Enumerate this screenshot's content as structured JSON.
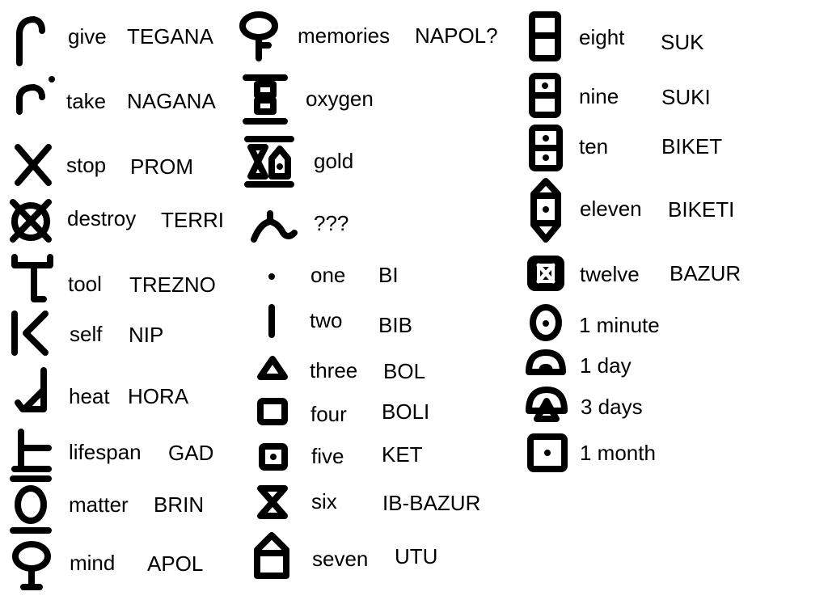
{
  "columns": [
    {
      "entries": [
        {
          "word": "give",
          "translation": "TEGANA",
          "glyph": "hook-glyph"
        },
        {
          "word": "take",
          "translation": "NAGANA",
          "glyph": "hook-dot-glyph"
        },
        {
          "word": "stop",
          "translation": "PROM",
          "glyph": "cross-glyph"
        },
        {
          "word": "destroy",
          "translation": "TERRI",
          "glyph": "crossed-circle-glyph"
        },
        {
          "word": "tool",
          "translation": "TREZNO",
          "glyph": "t-bar-glyph"
        },
        {
          "word": "self",
          "translation": "NIP",
          "glyph": "angle-bracket-glyph"
        },
        {
          "word": "heat",
          "translation": "HORA",
          "glyph": "flag-glyph"
        },
        {
          "word": "lifespan",
          "translation": "GAD",
          "glyph": "t-cross-glyph"
        },
        {
          "word": "matter",
          "translation": "BRIN",
          "glyph": "barred-circle-glyph"
        },
        {
          "word": "mind",
          "translation": "APOL",
          "glyph": "circle-stem-glyph"
        }
      ]
    },
    {
      "entries": [
        {
          "word": "memories",
          "translation": "NAPOL?",
          "glyph": "circle-stem-flag-glyph"
        },
        {
          "word": "oxygen",
          "translation": "",
          "glyph": "stacked-squares-glyph"
        },
        {
          "word": "gold",
          "translation": "",
          "glyph": "hourglass-house-glyph"
        },
        {
          "word": "???",
          "translation": "",
          "glyph": "arch-curl-glyph"
        },
        {
          "word": "one",
          "translation": "BI",
          "glyph": "dot-glyph"
        },
        {
          "word": "two",
          "translation": "BIB",
          "glyph": "line-glyph"
        },
        {
          "word": "three",
          "translation": "BOL",
          "glyph": "triangle-glyph"
        },
        {
          "word": "four",
          "translation": "BOLI",
          "glyph": "square-glyph"
        },
        {
          "word": "five",
          "translation": "KET",
          "glyph": "dotted-square-glyph"
        },
        {
          "word": "six",
          "translation": "IB-BAZUR",
          "glyph": "hourglass-glyph"
        },
        {
          "word": "seven",
          "translation": "UTU",
          "glyph": "house-glyph"
        }
      ]
    },
    {
      "entries": [
        {
          "word": "eight",
          "translation": "SUK",
          "glyph": "split-rectangle-glyph"
        },
        {
          "word": "nine",
          "translation": "SUKI",
          "glyph": "split-rectangle-dot-glyph"
        },
        {
          "word": "ten",
          "translation": "BIKET",
          "glyph": "double-dot-rectangle-glyph"
        },
        {
          "word": "eleven",
          "translation": "BIKETI",
          "glyph": "hexagon-dot-glyph"
        },
        {
          "word": "twelve",
          "translation": "BAZUR",
          "glyph": "filled-crossed-square-glyph"
        },
        {
          "word": "1 minute",
          "translation": "",
          "glyph": "oval-dot-glyph"
        },
        {
          "word": "1 day",
          "translation": "",
          "glyph": "half-dome-glyph"
        },
        {
          "word": "3 days",
          "translation": "",
          "glyph": "dome-triangle-glyph"
        },
        {
          "word": "1 month",
          "translation": "",
          "glyph": "tall-dot-square-glyph"
        }
      ]
    }
  ]
}
